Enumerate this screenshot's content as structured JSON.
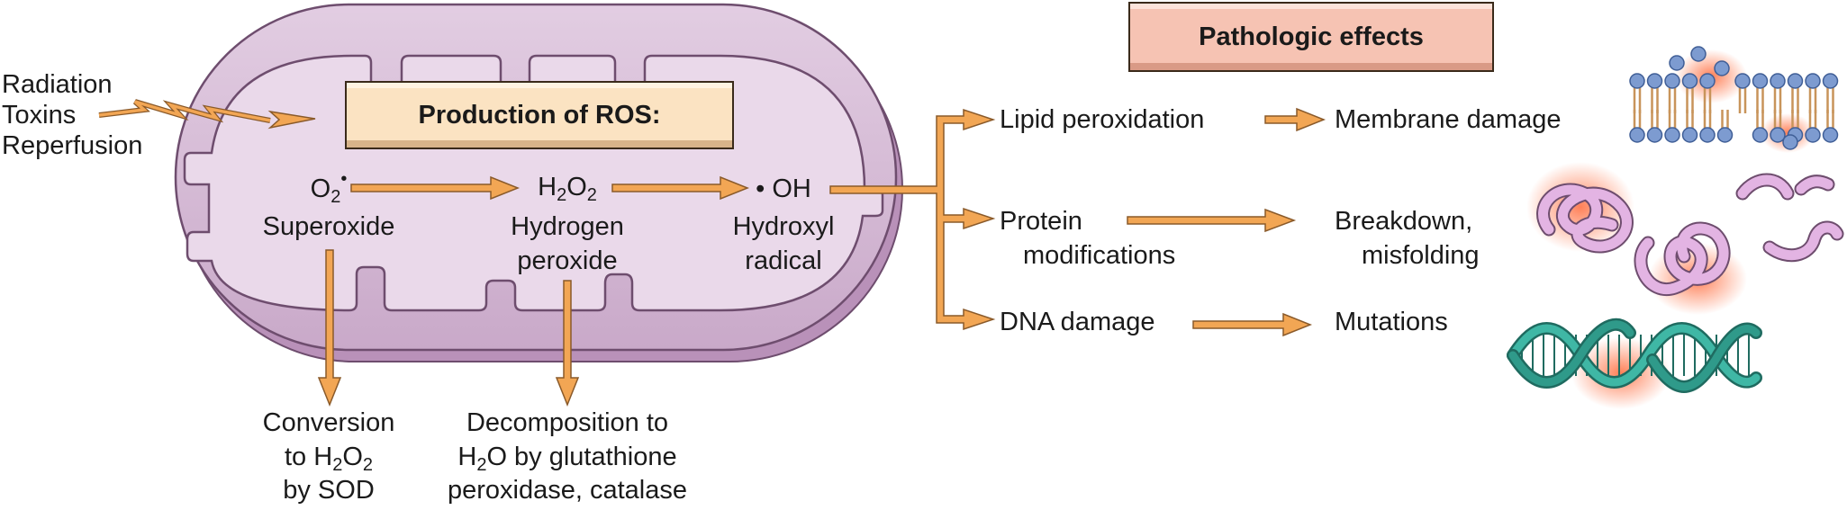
{
  "colors": {
    "cell_fill": "#dcc5dc",
    "cell_inner": "#ead9ea",
    "cell_stroke": "#6e4d6e",
    "arrow": "#f2a654",
    "arrow_stroke": "#8a5a2a",
    "ros_box": "#fbe3c2",
    "pathologic_box": "#f6c3b3",
    "lipid_head": "#7d9bd0",
    "protein": "#d9a9d9",
    "dna": "#2f9a8a",
    "glow": "#ff7a45"
  },
  "inputs": [
    "Radiation",
    "Toxins",
    "Reperfusion"
  ],
  "ros_box_title": "Production of ROS:",
  "species": {
    "superoxide": {
      "formula": "O",
      "sub": "2",
      "sup": "•",
      "line1": "Superoxide"
    },
    "hydrogen_peroxide": {
      "formula_a": "H",
      "sub_a": "2",
      "formula_b": "O",
      "sub_b": "2",
      "line1": "Hydrogen",
      "line2": "peroxide"
    },
    "hydroxyl": {
      "formula": "• OH",
      "line1": "Hydroxyl",
      "line2": "radical"
    }
  },
  "fates": {
    "sod": {
      "line1": "Conversion",
      "line2a": "to H",
      "sub_a": "2",
      "line2b": "O",
      "sub_b": "2",
      "line3": "by SOD"
    },
    "decomposition": {
      "line1": "Decomposition to",
      "line2a": "H",
      "sub_a": "2",
      "line2b": "O by glutathione",
      "line3": "peroxidase, catalase"
    }
  },
  "pathologic_title": "Pathologic effects",
  "effects": [
    {
      "cause": "Lipid peroxidation",
      "result": "Membrane damage"
    },
    {
      "cause_line1": "Protein",
      "cause_line2": "modifications",
      "result_line1": "Breakdown,",
      "result_line2": "misfolding"
    },
    {
      "cause": "DNA damage",
      "result": "Mutations"
    }
  ],
  "icons": [
    "membrane-bilayer-icon",
    "protein-misfolding-icon",
    "dna-helix-icon"
  ]
}
